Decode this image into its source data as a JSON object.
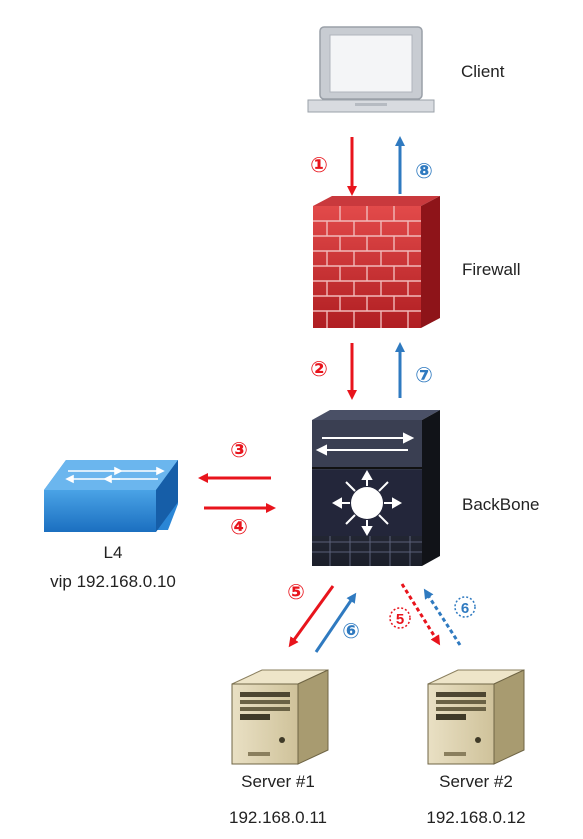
{
  "nodes": {
    "client": {
      "label": "Client"
    },
    "firewall": {
      "label": "Firewall"
    },
    "backbone": {
      "label": "BackBone"
    },
    "l4": {
      "label": "L4",
      "sublabel": "vip 192.168.0.10"
    },
    "server1": {
      "label": "Server #1",
      "ip": "192.168.0.11"
    },
    "server2": {
      "label": "Server #2",
      "ip": "192.168.0.12"
    }
  },
  "steps": {
    "s1": "①",
    "s2": "②",
    "s3": "③",
    "s4": "④",
    "s5": "⑤",
    "s6": "⑥",
    "s7": "⑦",
    "s8": "⑧",
    "s5_alt": "5",
    "s6_alt": "6"
  },
  "colors": {
    "request": "#e8141c",
    "response": "#2f7ac0"
  }
}
